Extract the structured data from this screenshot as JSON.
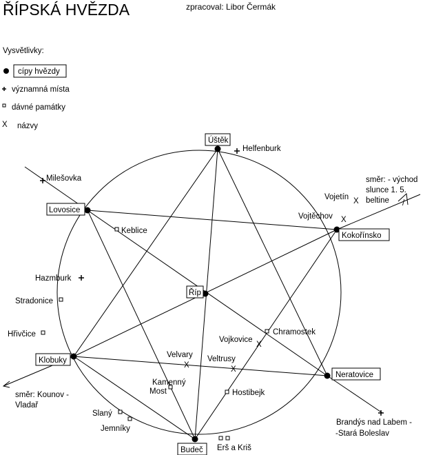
{
  "title": "ŘÍPSKÁ HVĚZDA",
  "author": "zpracoval: Libor Čermák",
  "legend": {
    "heading": "Vysvětlivky:",
    "points_label": "cípy hvězdy",
    "places_label": "významná místa",
    "monuments_label": "dávné památky",
    "names_label": "názvy"
  },
  "star_points": {
    "ustek": "Úštěk",
    "kokorinsko": "Kokořínsko",
    "neratovice": "Neratovice",
    "budec": "Budeč",
    "klobuky": "Klobuky",
    "lovosice": "Lovosice",
    "rip": "Říp"
  },
  "places": {
    "helfenburk": "Helfenburk",
    "milesovka": "Milešovka",
    "hazmburk": "Hazmburk",
    "brandys": "Brandýs nad Labem -",
    "stara_boleslav": "-Stará Boleslav"
  },
  "monuments": {
    "keblice": "Keblice",
    "stradonice": "Stradonice",
    "hrivcice": "Hřivčice",
    "chramostek": "Chramostek",
    "hostibejk": "Hostibejk",
    "kamenny": "Kamenný",
    "most": "Most",
    "slany": "Slaný",
    "jemniky": "Jemníky",
    "ers": "Erš a Kriš"
  },
  "names": {
    "vojetin": "Vojetín",
    "vojtechov": "Vojtěchov",
    "vojkovice": "Vojkovice",
    "velvary": "Velvary",
    "veltrusy": "Veltrusy"
  },
  "directions": {
    "ne_line1": "směr:  - východ",
    "ne_line2": "slunce 1. 5.",
    "ne_line3": "beltine",
    "ne_line3_suffix": "/",
    "sw_line1": "směr: Kounov -",
    "sw_line2": "Vladař"
  }
}
